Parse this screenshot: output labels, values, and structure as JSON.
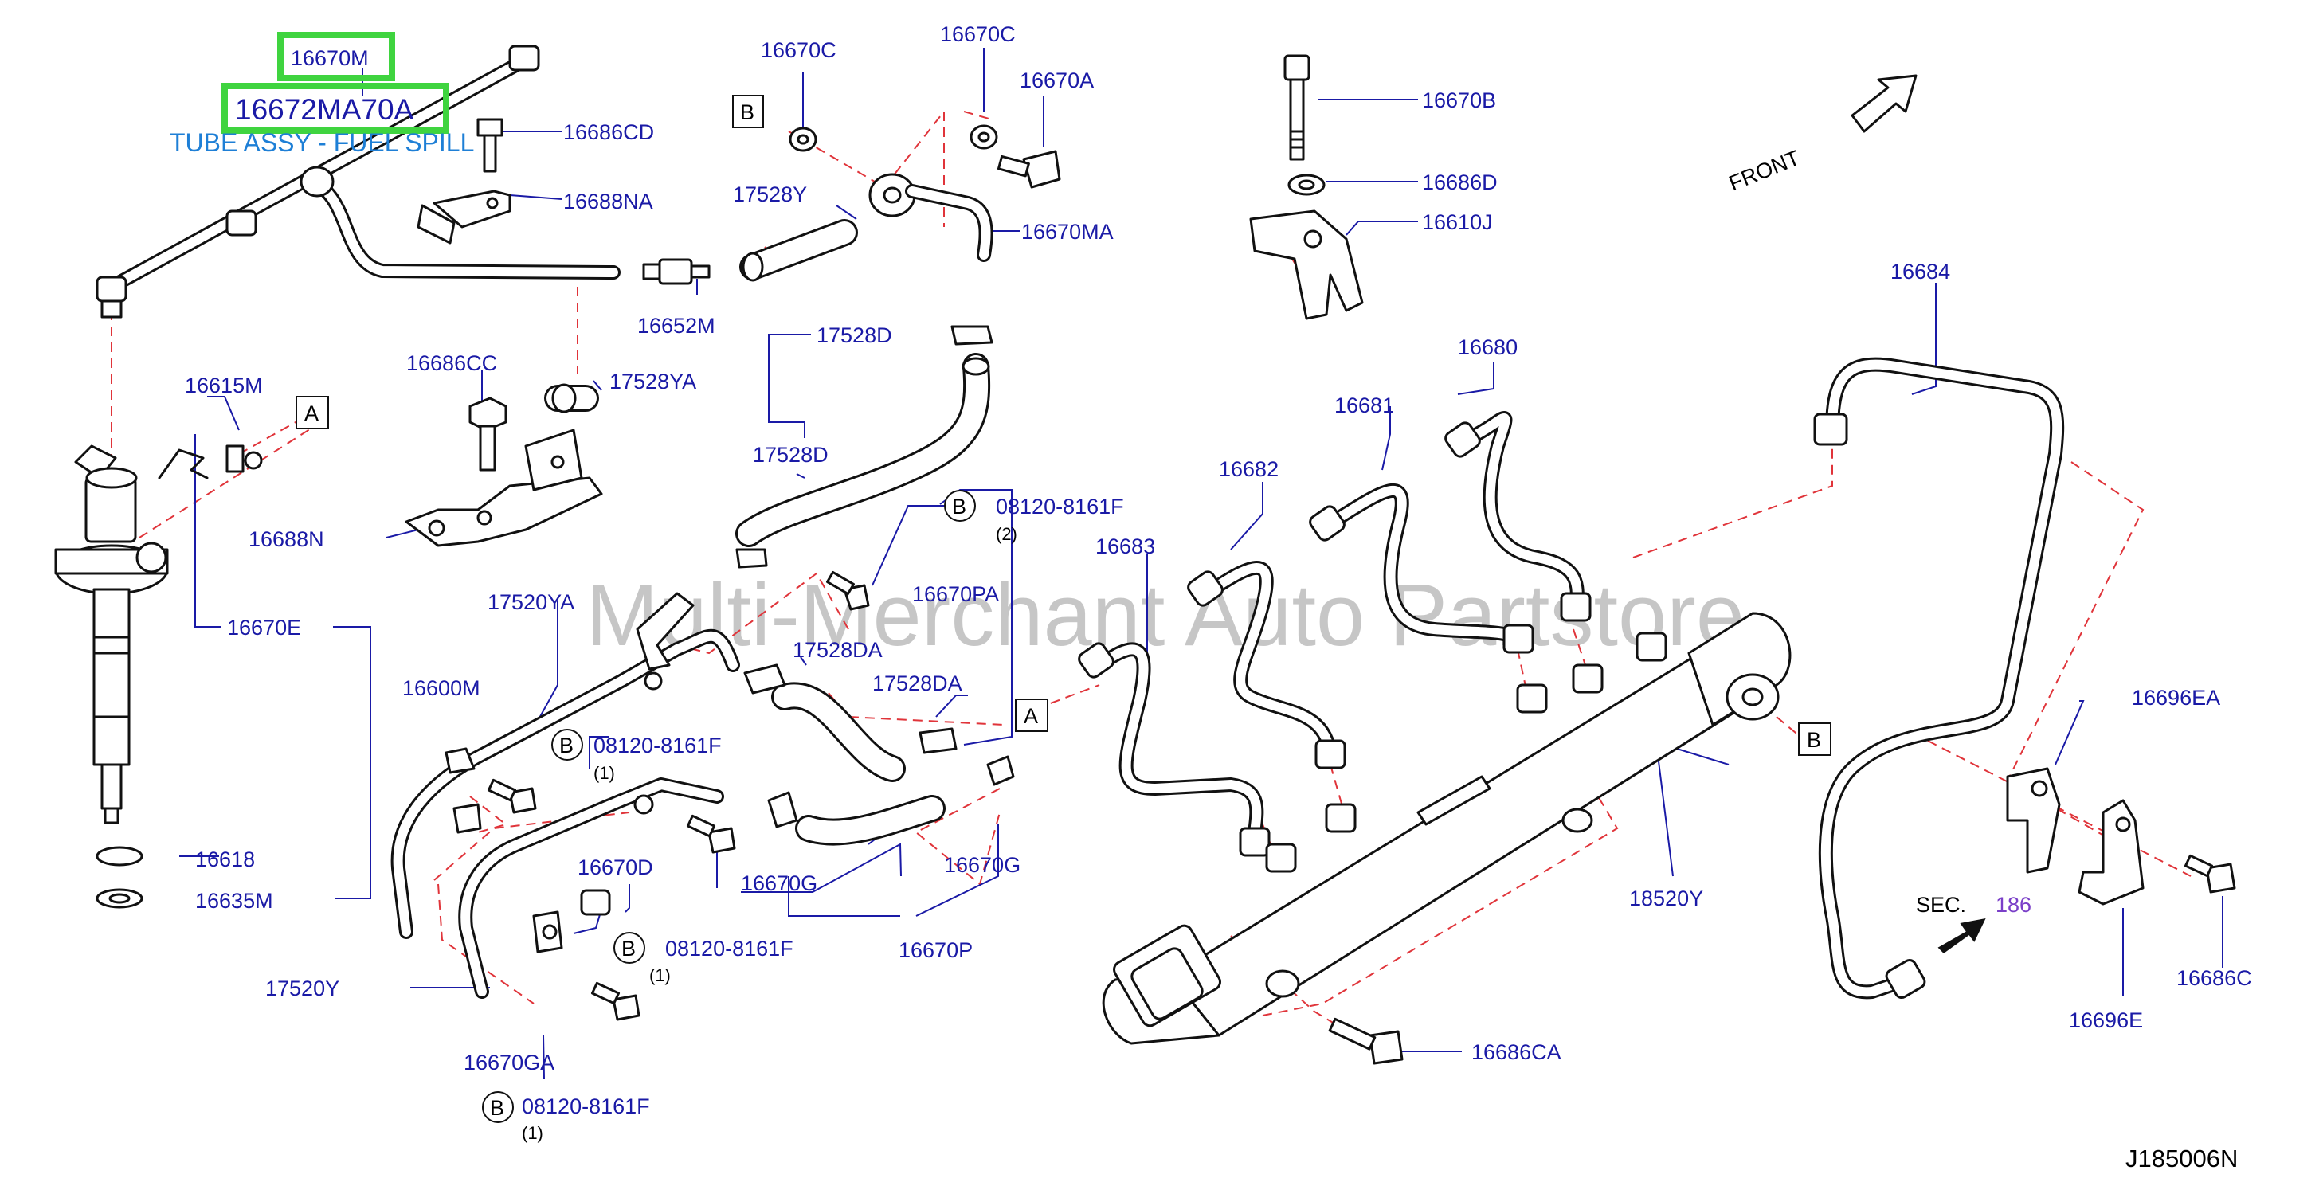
{
  "watermark": "Multi-Merchant Auto Partstore",
  "diagram_code": "J185006N",
  "highlight": {
    "part_a": "16670M",
    "part_b": "16672MA70A",
    "description": "TUBE ASSY - FUEL SPILL",
    "color": "#3fd43f"
  },
  "orientation": {
    "front": "FRONT"
  },
  "section_ref": {
    "prefix": "SEC.",
    "number": "186"
  },
  "ref_marks": {
    "a": "A",
    "b": "B"
  },
  "bolt_code": "08120-8161F",
  "qty": {
    "one": "(1)",
    "two": "(2)"
  },
  "labels": {
    "p16686CD": "16686CD",
    "p16688NA": "16688NA",
    "p16670C_1": "16670C",
    "p16670C_2": "16670C",
    "p16670A": "16670A",
    "p16670B": "16670B",
    "p16686D": "16686D",
    "p16610J": "16610J",
    "p17528Y": "17528Y",
    "p16670MA": "16670MA",
    "p16652M": "16652M",
    "p16684": "16684",
    "p16615M": "16615M",
    "p16686CC": "16686CC",
    "p17528YA": "17528YA",
    "p17528D_1": "17528D",
    "p17528D_2": "17528D",
    "p16680": "16680",
    "p16681": "16681",
    "p16682": "16682",
    "p16688N": "16688N",
    "p16683": "16683",
    "p17520YA": "17520YA",
    "p16670PA": "16670PA",
    "p16670E": "16670E",
    "p17528DA_1": "17528DA",
    "p17528DA_2": "17528DA",
    "p16600M": "16600M",
    "p16696EA": "16696EA",
    "p16618": "16618",
    "p16670G_1": "16670G",
    "p16670G_2": "16670G",
    "p16635M": "16635M",
    "p16670D": "16670D",
    "p18520Y": "18520Y",
    "p16670P": "16670P",
    "p17520Y": "17520Y",
    "p16686C": "16686C",
    "p16696E": "16696E",
    "p16670GA": "16670GA",
    "p16686CA": "16686CA"
  },
  "colors": {
    "label": "#1a1aa6",
    "dashed_lines": "#e0343a",
    "description": "#1e7fd6",
    "section_number": "#7a3fc8"
  }
}
